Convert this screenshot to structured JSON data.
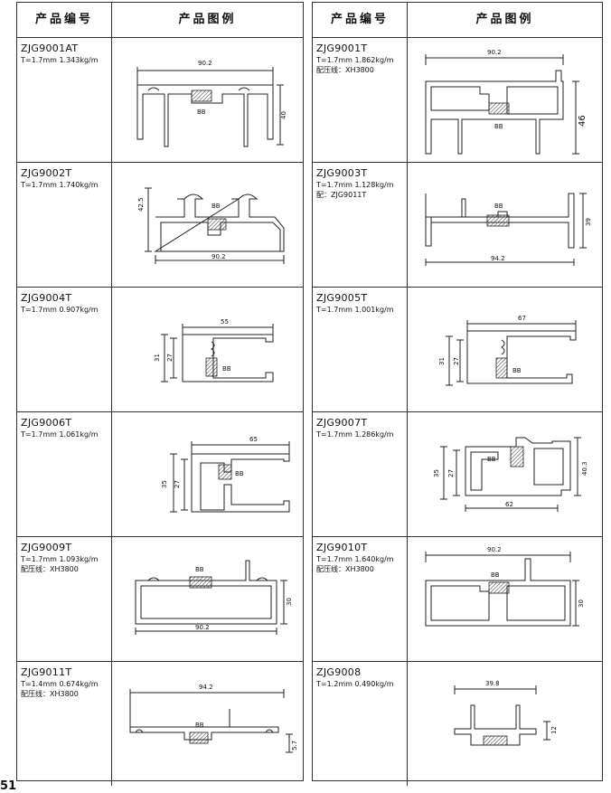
{
  "header": {
    "code_label": "产品编号",
    "figure_label": "产品图例"
  },
  "left_column": [
    {
      "code": "ZJG9001AT",
      "spec": "T=1.7mm  1.343kg/m",
      "extra": "",
      "dims": [
        "90.2",
        "40"
      ],
      "mark": "BB"
    },
    {
      "code": "ZJG9002T",
      "spec": "T=1.7mm  1.740kg/m",
      "extra": "",
      "dims": [
        "42.5",
        "90.2"
      ],
      "mark": "BB"
    },
    {
      "code": "ZJG9004T",
      "spec": "T=1.7mm  0.907kg/m",
      "extra": "",
      "dims": [
        "55",
        "31",
        "27"
      ],
      "mark": "BB"
    },
    {
      "code": "ZJG9006T",
      "spec": "T=1.7mm  1.061kg/m",
      "extra": "",
      "dims": [
        "65",
        "35",
        "27"
      ],
      "mark": "BB"
    },
    {
      "code": "ZJG9009T",
      "spec": "T=1.7mm  1.093kg/m",
      "extra": "配压线：XH3800",
      "dims": [
        "30",
        "90.2"
      ],
      "mark": "BB"
    },
    {
      "code": "ZJG9011T",
      "spec": "T=1.4mm  0.674kg/m",
      "extra": "配压线：XH3800",
      "dims": [
        "94.2",
        "5.7"
      ],
      "mark": "BB"
    }
  ],
  "right_column": [
    {
      "code": "ZJG9001T",
      "spec": "T=1.7mm  1.862kg/m",
      "extra": "配压线：XH3800",
      "dims": [
        "90.2",
        "46"
      ],
      "mark": "BB"
    },
    {
      "code": "ZJG9003T",
      "spec": "T=1.7mm  1.128kg/m",
      "extra": "配：ZJG9011T",
      "dims": [
        "39",
        "94.2"
      ],
      "mark": "BB"
    },
    {
      "code": "ZJG9005T",
      "spec": "T=1.7mm  1.001kg/m",
      "extra": "",
      "dims": [
        "67",
        "31",
        "27"
      ],
      "mark": "BB"
    },
    {
      "code": "ZJG9007T",
      "spec": "T=1.7mm  1.286kg/m",
      "extra": "",
      "dims": [
        "35",
        "27",
        "40.3",
        "62"
      ],
      "mark": "BB"
    },
    {
      "code": "ZJG9010T",
      "spec": "T=1.7mm  1.640kg/m",
      "extra": "配压线：XH3800",
      "dims": [
        "90.2",
        "30"
      ],
      "mark": "BB"
    },
    {
      "code": "ZJG9008",
      "spec": "T=1.2mm  0.490kg/m",
      "extra": "",
      "dims": [
        "39.8",
        "12"
      ],
      "mark": ""
    }
  ],
  "page_number": "51"
}
